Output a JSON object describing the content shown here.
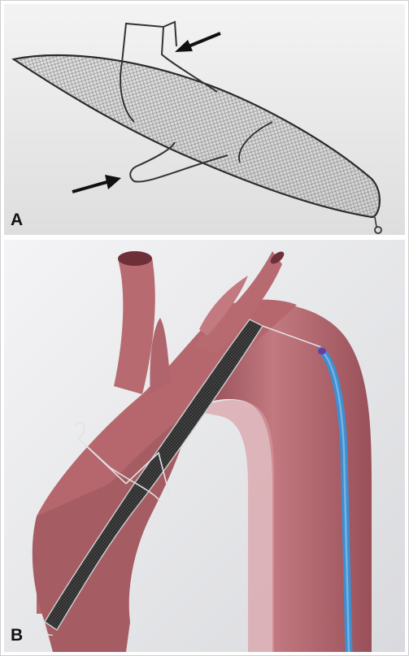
{
  "figure": {
    "panels": [
      {
        "label": "A",
        "content": "wire-mesh-filter-photo",
        "arrow_count": 2
      },
      {
        "label": "B",
        "content": "aortic-arch-filter-rendering"
      }
    ]
  },
  "colors": {
    "vessel": "#b5676d",
    "vessel_shadow": "#8e4750",
    "vessel_highlight": "#d99aa0",
    "lumen": "#6f2f38",
    "mesh": "#2a2a2a",
    "wire": "#d8d8d8",
    "catheter": "#3f8ecf",
    "catheter_tip": "#6a3d9a",
    "arrow": "#111111"
  }
}
